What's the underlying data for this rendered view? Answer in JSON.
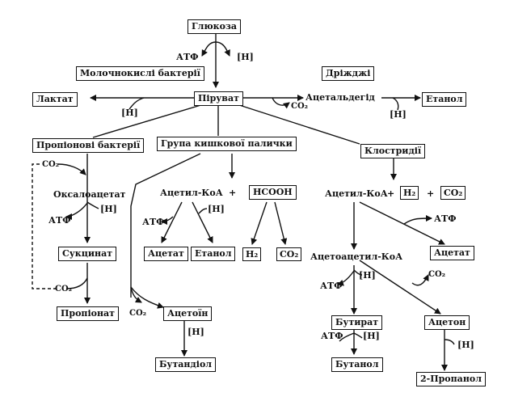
{
  "nodes": {
    "glucose": "Глюкоза",
    "lactic_bacteria": "Молочнокислі бактерії",
    "yeast": "Дріжджі",
    "lactate": "Лактат",
    "pyruvate": "Піруват",
    "acetaldehyde": "Ацетальдегід",
    "ethanol_yeast": "Етанол",
    "propionic_bacteria": "Пропіонові бактерії",
    "coli_group": "Група кишкової палички",
    "clostridia": "Клостридії",
    "oxaloacetate": "Оксалоацетат",
    "succinate": "Сукцинат",
    "propionate": "Пропіонат",
    "acetyl_coa_coli": "Ацетил-КоА",
    "hcooh": "НСООН",
    "acetate_coli": "Ацетат",
    "ethanol_coli": "Етанол",
    "h2_coli": "H₂",
    "co2_coli": "CO₂",
    "acetoin": "Ацетоїн",
    "butanediol": "Бутандіол",
    "acetyl_coa_clost": "Ацетил-КоА",
    "h2_clost": "H₂",
    "co2_clost": "CO₂",
    "acetate_clost": "Ацетат",
    "acetoacetyl_coa": "Ацетоацетил-КоА",
    "butyrate": "Бутират",
    "acetone": "Ацетон",
    "butanol": "Бутанол",
    "propanol": "2-Пропанол"
  },
  "labels": {
    "atf": "АТФ",
    "h": "[H]",
    "co2": "CO₂",
    "plus": "+"
  }
}
